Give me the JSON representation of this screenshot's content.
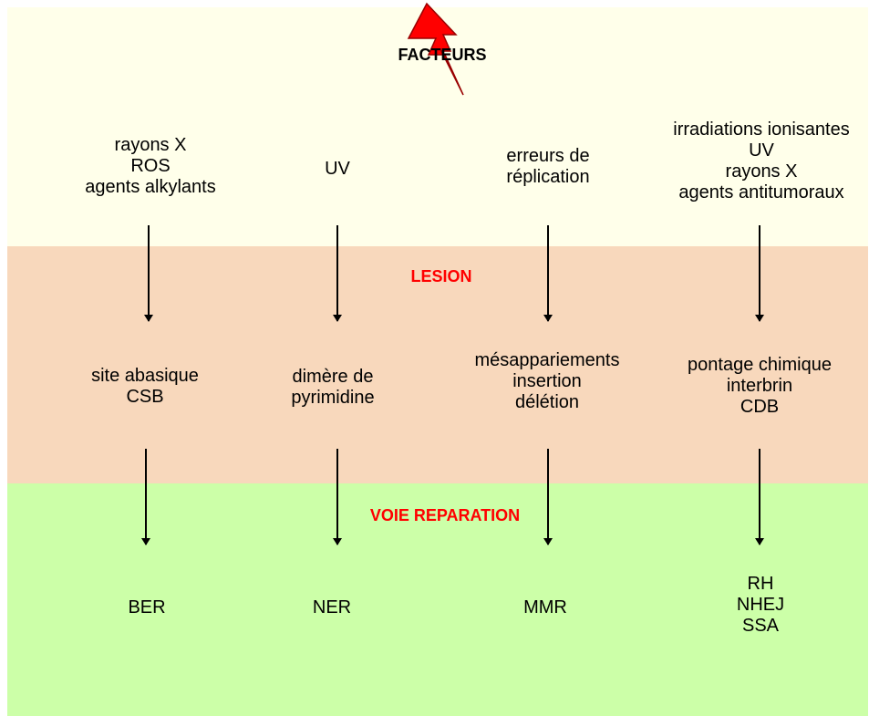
{
  "colors": {
    "factors_band": "#FFFFEA",
    "lesion_band": "#F8D8BC",
    "repair_band": "#CCFFA8",
    "section_title_red": "#FF0000",
    "bolt_fill": "#FF0000",
    "bolt_stroke": "#990000",
    "arrow": "#000000"
  },
  "sections": {
    "factors": "FACTEURS",
    "lesion": "LESION",
    "repair": "VOIE REPARATION"
  },
  "columns": [
    {
      "factors": [
        "rayons X",
        "ROS",
        "agents alkylants"
      ],
      "lesion": [
        "site abasique",
        "CSB"
      ],
      "repair": [
        "BER"
      ]
    },
    {
      "factors": [
        "UV"
      ],
      "lesion": [
        "dimère de",
        "pyrimidine"
      ],
      "repair": [
        "NER"
      ]
    },
    {
      "factors": [
        "erreurs de",
        "réplication"
      ],
      "lesion": [
        "mésappariements",
        "insertion",
        "délétion"
      ],
      "repair": [
        "MMR"
      ]
    },
    {
      "factors": [
        "irradiations ionisantes",
        "UV",
        "rayons X",
        "agents antitumoraux"
      ],
      "lesion": [
        "pontage chimique",
        "interbrin",
        "CDB"
      ],
      "repair": [
        "RH",
        "NHEJ",
        "SSA"
      ]
    }
  ]
}
